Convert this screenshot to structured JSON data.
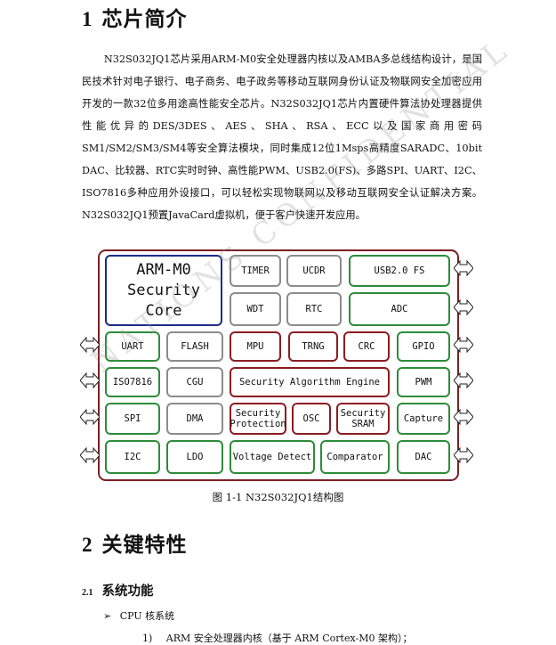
{
  "section1": {
    "number": "1",
    "title": "芯片简介"
  },
  "intro_paragraph": "N32S032JQ1芯片采用ARM-M0安全处理器内核以及AMBA多总线结构设计，是国民技术针对电子银行、电子商务、电子政务等移动互联网身份认证及物联网安全加密应用开发的一款32位多用途高性能安全芯片。N32S032JQ1芯片内置硬件算法协处理器提供性能优异的DES/3DES、AES、SHA、RSA、ECC以及国家商用密码SM1/SM2/SM3/SM4等安全算法模块，同时集成12位1Msps高精度SARADC、10bit DAC、比较器、RTC实时时钟、高性能PWM、USB2.0(FS)、多路SPI、UART、I2C、ISO7816多种应用外设接口，可以轻松实现物联网以及移动互联网安全认证解决方案。N32S032JQ1预置JavaCard虚拟机，便于客户快速开发应用。",
  "diagram": {
    "core": "ARM-M0\nSecurity\nCore",
    "timer": "TIMER",
    "ucdr": "UCDR",
    "usb": "USB2.0 FS",
    "wdt": "WDT",
    "rtc": "RTC",
    "adc": "ADC",
    "uart": "UART",
    "flash": "FLASH",
    "mpu": "MPU",
    "trng": "TRNG",
    "crc": "CRC",
    "gpio": "GPIO",
    "iso7816": "ISO7816",
    "cgu": "CGU",
    "sae": "Security Algorithm Engine",
    "pwm": "PWM",
    "spi": "SPI",
    "dma": "DMA",
    "secprot": "Security\nProtection",
    "osc": "OSC",
    "secsram": "Security\nSRAM",
    "capture": "Capture",
    "i2c": "I2C",
    "ldo": "LDO",
    "vdetect": "Voltage Detect",
    "comparator": "Comparator",
    "dac": "DAC",
    "colors": {
      "green": "#2d8c3a",
      "gray": "#8c8c8c",
      "red": "#8b1d22",
      "blue": "#1c2d87",
      "frame": "#7a1f24"
    }
  },
  "watermark": "NATIONS CONFIDENTIAL",
  "figure_caption": "图 1-1 N32S032JQ1结构图",
  "section2": {
    "number": "2",
    "title": "关键特性"
  },
  "section21": {
    "number": "2.1",
    "title": "系统功能"
  },
  "bullet1": {
    "symbol": "➢",
    "text": "CPU 核系统"
  },
  "item1": {
    "marker": "1)",
    "text": "ARM 安全处理器内核（基于 ARM Cortex-M0 架构）；"
  }
}
